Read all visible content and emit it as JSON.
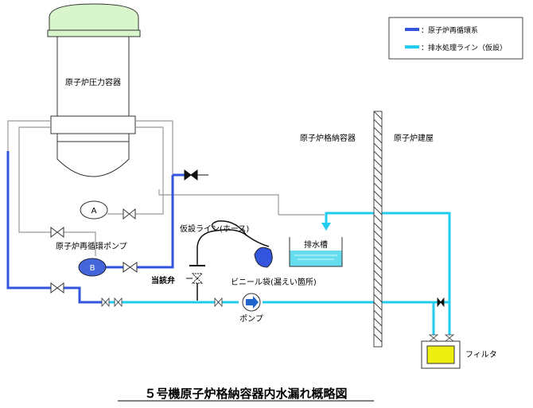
{
  "labels": {
    "rpv": "原子炉圧力容器",
    "pcv": "原子炉格納容器",
    "reactor_building": "原子炉建屋",
    "recirc_pump": "原子炉再循環ポンプ",
    "pump_a": "A",
    "pump_b": "B",
    "temp_line": "仮設ライン(ホース)",
    "vinyl_bag": "ビニール袋(漏えい箇所)",
    "drain_tank": "排水槽",
    "target_valve": "当該弁",
    "pump": "ポンプ",
    "filter": "フィルタ"
  },
  "legend": {
    "items": [
      {
        "label": "：原子炉再循環系",
        "color": "#3355dd"
      },
      {
        "label": "：排水処理ライン（仮設）",
        "color": "#22ccee"
      }
    ]
  },
  "title": "５号機原子炉格納容器内水漏れ概略図",
  "colors": {
    "recirc": "#3355dd",
    "drain_line": "#22ccee",
    "rpv_dome": "#d8f5cc",
    "water": "#66ddee",
    "filter": "#eeee11",
    "pump_b": "#4466dd",
    "wall": "#555555"
  }
}
